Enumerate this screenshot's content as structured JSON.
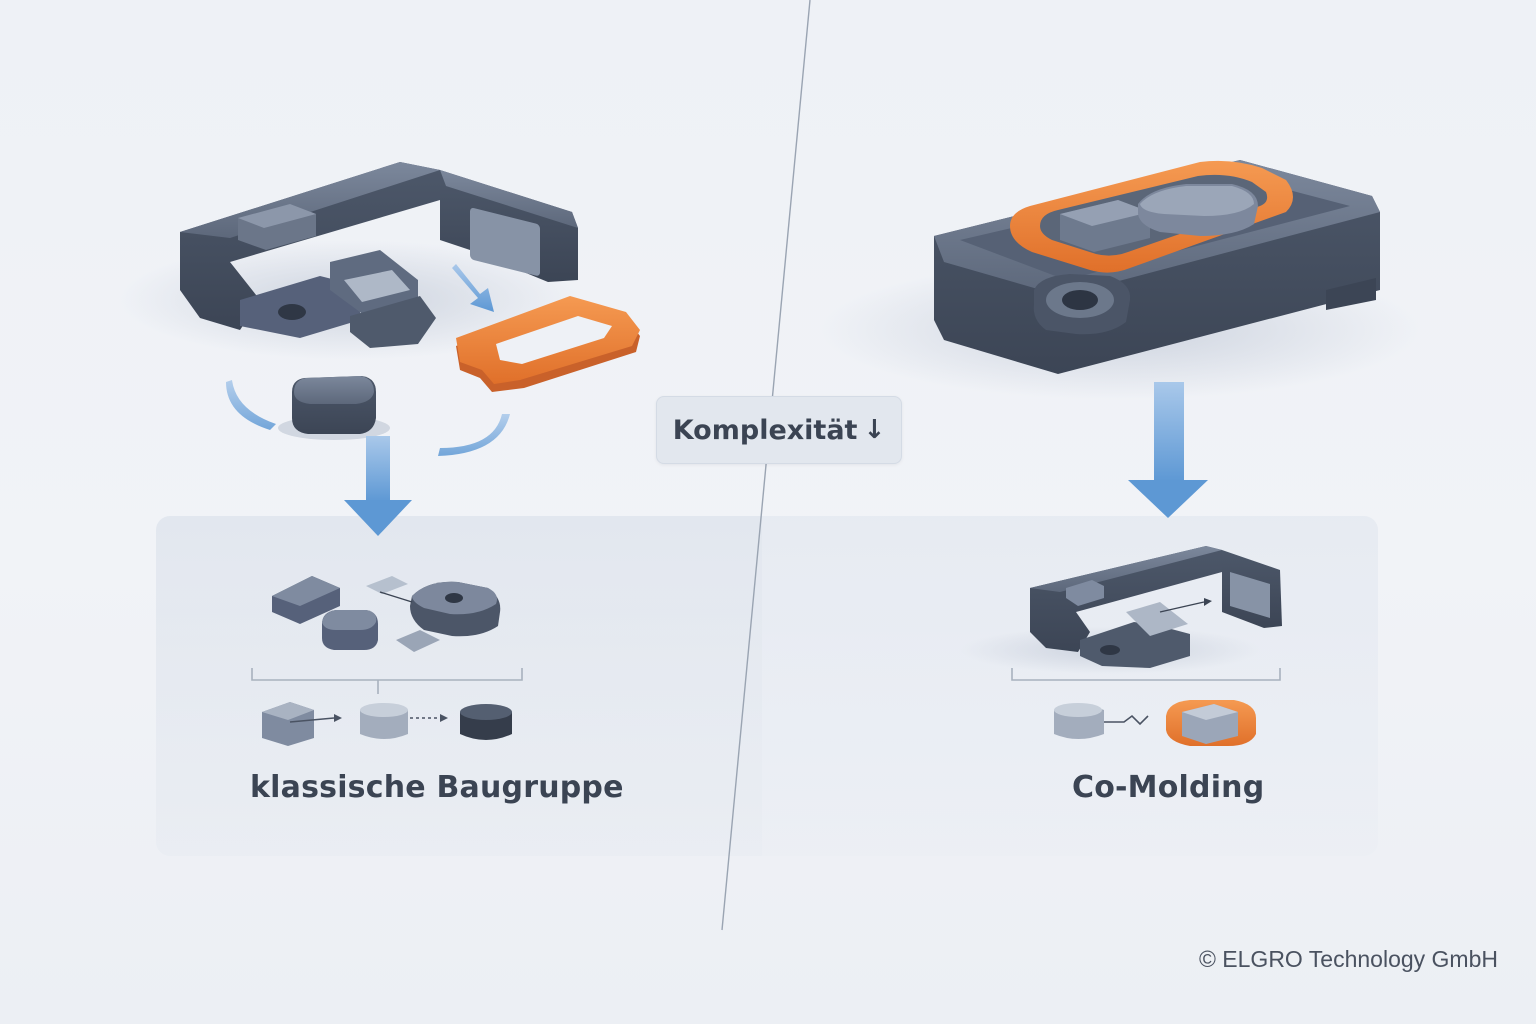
{
  "badge": {
    "label": "Komplexität",
    "arrow": "↓"
  },
  "left": {
    "caption": "klassische Baugruppe"
  },
  "right": {
    "caption": "Co-Molding"
  },
  "copyright": "© ELGRO Technology GmbH",
  "colors": {
    "part_dark": "#4f5a6b",
    "part_mid": "#67738a",
    "part_light": "#8a96a9",
    "seal_orange": "#f0843a",
    "arrow_blue": "#5f9bd6"
  }
}
